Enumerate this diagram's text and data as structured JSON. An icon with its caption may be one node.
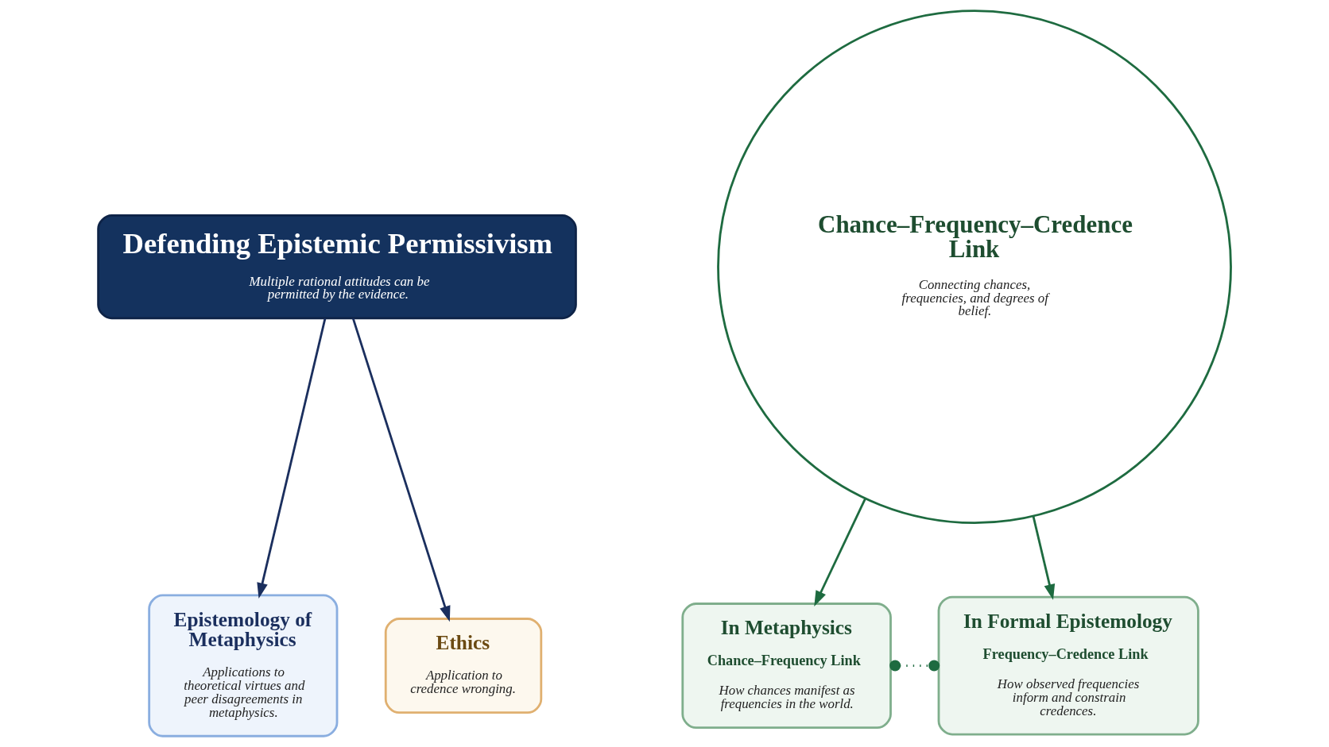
{
  "diagram": {
    "nodes": [
      {
        "text": [
          "Defending Epistemic Permissivism",
          "Multiple rational attitudes can be permitted by the evidence."
        ]
      },
      {
        "text": [
          "Epistemology of Metaphysics",
          "Applications to theoretical virtues and peer disagreements in metaphysics."
        ]
      },
      {
        "text": [
          "Ethics",
          "Application to credence wronging."
        ]
      },
      {
        "text": [
          "Chance–Frequency–Credence Link",
          "Connecting chances, frequencies, and degrees of belief."
        ]
      },
      {
        "text": [
          "In Metaphysics",
          "Chance–Frequency Link",
          "How chances manifest as frequencies in the world."
        ]
      },
      {
        "text": [
          "In Formal Epistemology",
          "Frequency–Credence Link",
          "How observed frequencies inform and constrain credences."
        ]
      }
    ],
    "edges": [
      {
        "from": 0,
        "to": 1,
        "arrow": "to",
        "color": "#1b2f5e"
      },
      {
        "from": 0,
        "to": 2,
        "arrow": "to",
        "color": "#1b2f5e"
      },
      {
        "from": 3,
        "to": 4,
        "arrow": "to",
        "color": "#1e6b40"
      },
      {
        "from": 3,
        "to": 5,
        "arrow": "to",
        "color": "#1e6b40"
      },
      {
        "from": 4,
        "to": 5,
        "arrow": "other",
        "style": "dashed",
        "color": "#1e6b40"
      }
    ]
  }
}
